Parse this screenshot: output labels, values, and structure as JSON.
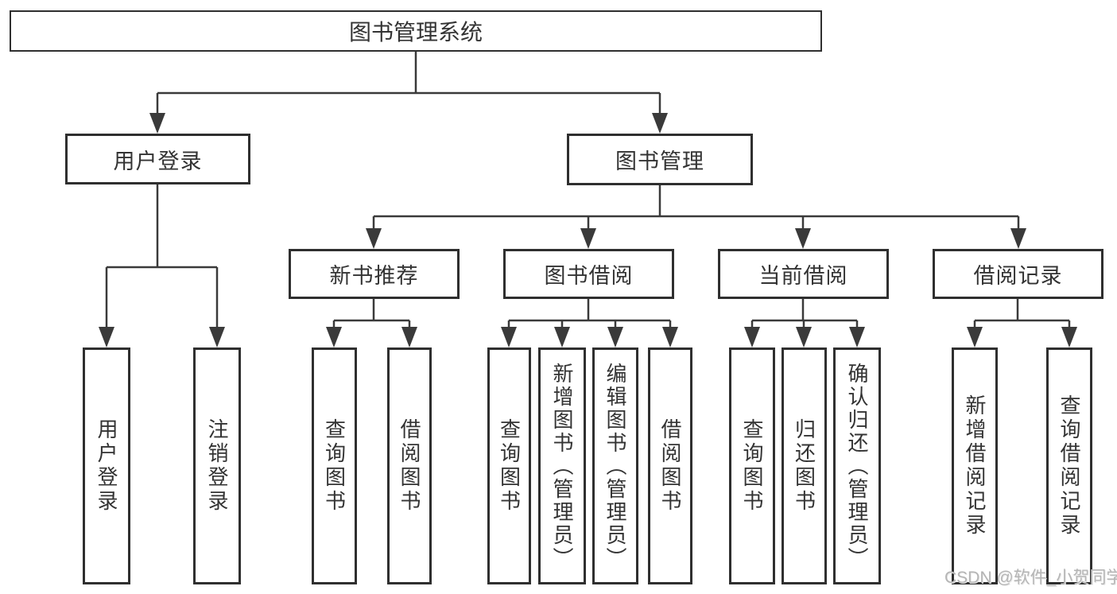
{
  "diagram": {
    "title": "图书管理系统",
    "colors": {
      "background": "#ffffff",
      "line": "#3a3a3a",
      "border": "#2f2f2f",
      "text": "#333333",
      "watermark": "#b5b5b5"
    },
    "root": {
      "label": "图书管理系统"
    },
    "level2": [
      {
        "label": "用户登录"
      },
      {
        "label": "图书管理"
      }
    ],
    "level3": [
      {
        "label": "新书推荐"
      },
      {
        "label": "图书借阅"
      },
      {
        "label": "当前借阅"
      },
      {
        "label": "借阅记录"
      }
    ],
    "leaves": {
      "user_login": [
        {
          "label": "用户登录"
        },
        {
          "label": "注销登录"
        }
      ],
      "new_book": [
        {
          "label": "查询图书"
        },
        {
          "label": "借阅图书"
        }
      ],
      "book_borrow": [
        {
          "label": "查询图书"
        },
        {
          "label": "新增图书（管理员）"
        },
        {
          "label": "编辑图书（管理员）"
        },
        {
          "label": "借阅图书"
        }
      ],
      "current_borrow": [
        {
          "label": "查询图书"
        },
        {
          "label": "归还图书"
        },
        {
          "label": "确认归还（管理员）"
        }
      ],
      "borrow_record": [
        {
          "label": "新增借阅记录"
        },
        {
          "label": "查询借阅记录"
        }
      ]
    },
    "watermark": "CSDN @软件_小贺同学"
  }
}
